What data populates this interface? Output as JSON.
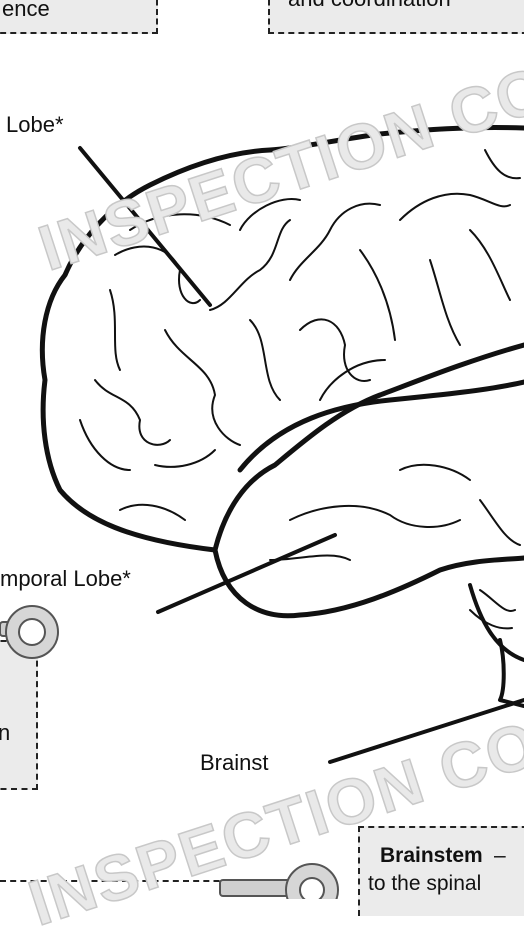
{
  "callouts": {
    "top_left": "ence",
    "top_right": "and coordination",
    "bottom_right_title": "Brainstem",
    "bottom_right_dash": "–",
    "bottom_right_text": "to the spinal"
  },
  "labels": {
    "frontal": "Lobe*",
    "temporal": "mporal Lobe*",
    "brainstem": "Brainst"
  },
  "bottom_left_box_letter": "n",
  "watermark": "INSPECTION COPY",
  "colors": {
    "box_fill": "#ebebeb",
    "line": "#111111",
    "watermark": "#d0d0d0"
  }
}
